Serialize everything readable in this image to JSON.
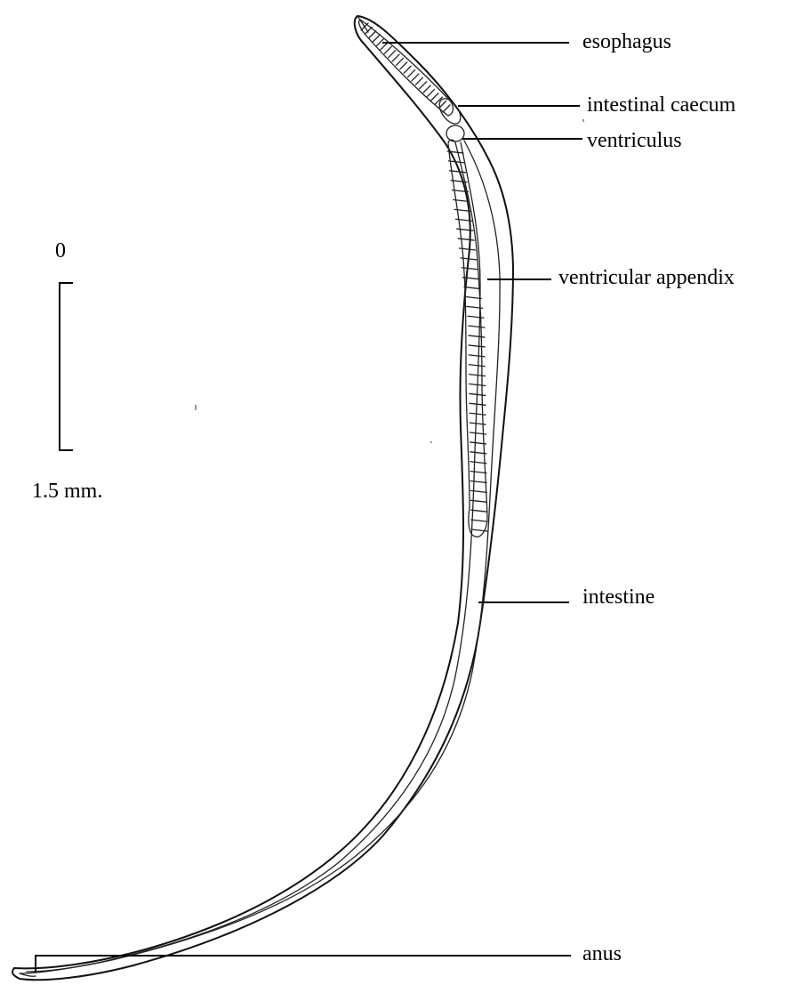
{
  "labels": {
    "esophagus": "esophagus",
    "intestinal_caecum": "intestinal caecum",
    "ventriculus": "ventriculus",
    "ventricular_appendix": "ventricular appendix",
    "intestine": "intestine",
    "anus": "anus"
  },
  "scale_bar": {
    "top_label": "0",
    "bottom_label": "1.5 mm."
  }
}
